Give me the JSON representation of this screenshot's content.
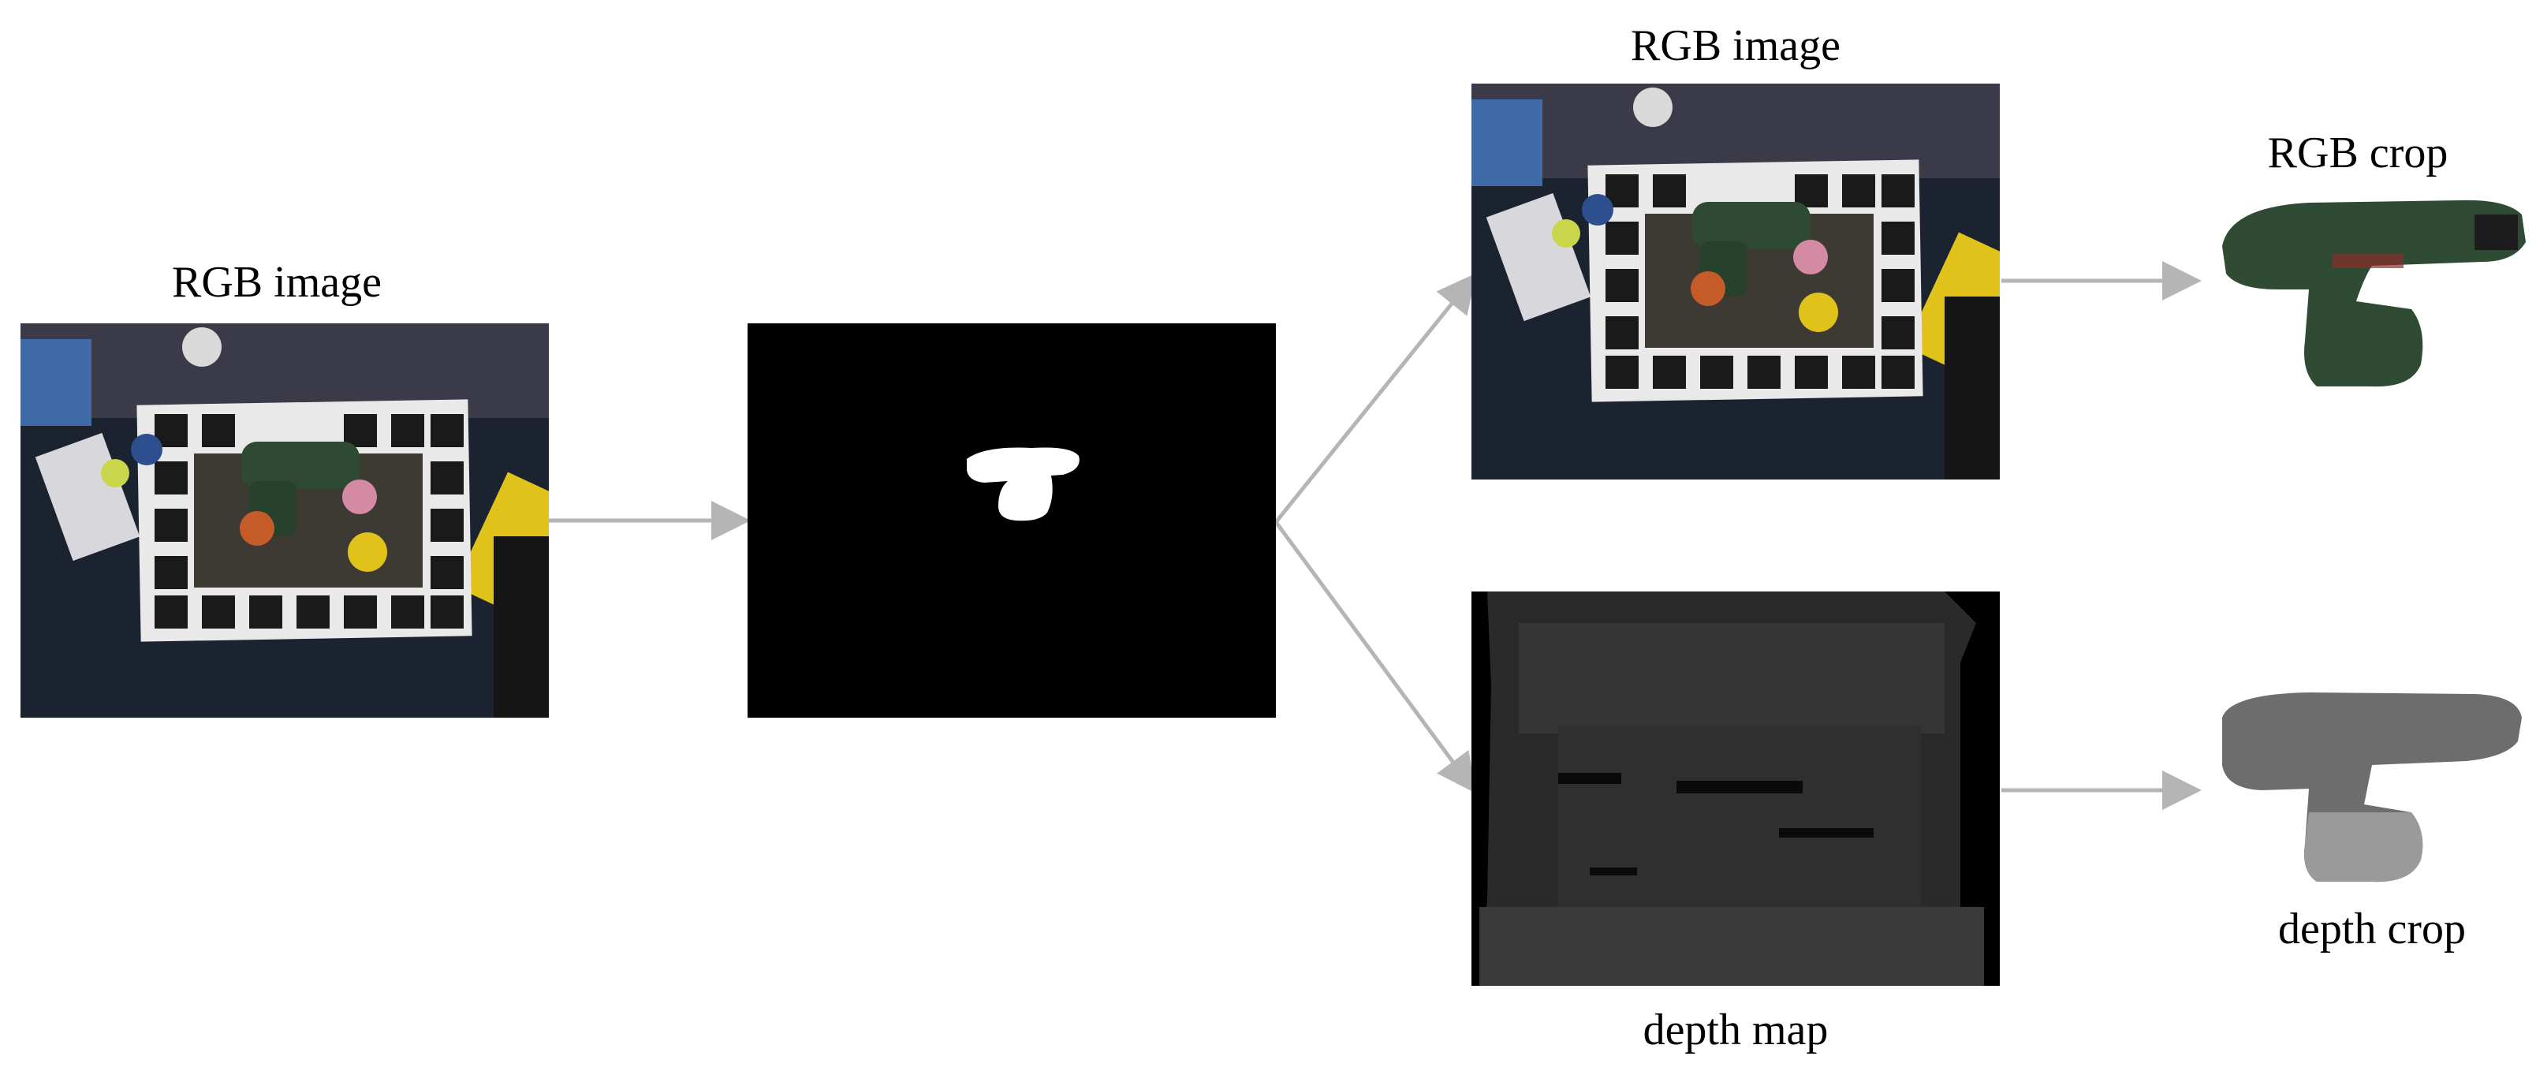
{
  "labels": {
    "rgb_image_left": "RGB image",
    "rgb_image_top": "RGB image",
    "rgb_crop": "RGB crop",
    "depth_map": "depth map",
    "depth_crop": "depth crop"
  },
  "colors": {
    "arrow": "#b5b5b5",
    "mask_bg": "#000000",
    "mask_fg": "#ffffff",
    "depth_bg": "#1e1e1e",
    "depth_crop": "#6d6d6d"
  }
}
